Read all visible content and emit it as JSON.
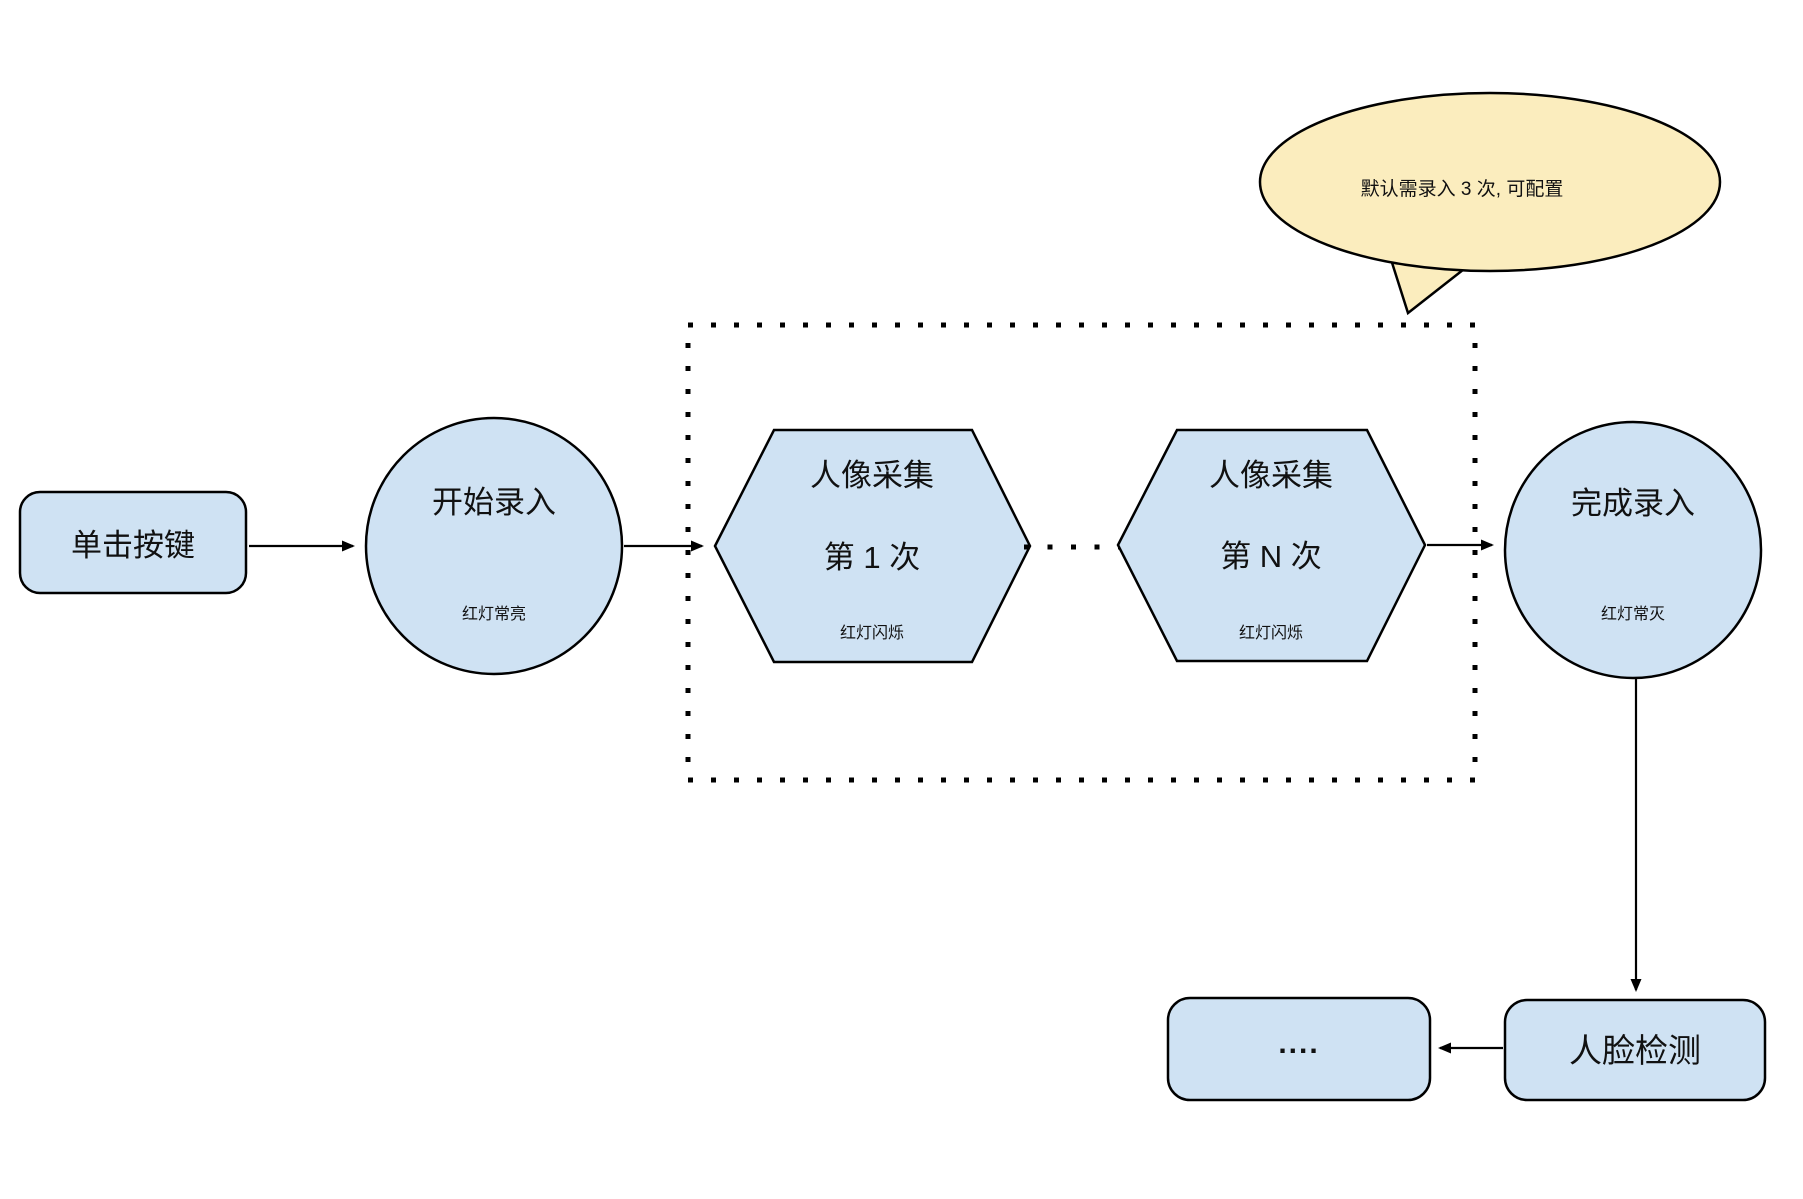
{
  "diagram": {
    "title": "face-enrollment-flow",
    "colors": {
      "node_fill": "#CFE2F3",
      "node_stroke": "#000000",
      "bubble_fill": "#FBEDBE",
      "arrow_color": "#000000",
      "background": "#FFFFFF"
    },
    "nodes": {
      "click_button": {
        "label": "单击按键"
      },
      "start_entry": {
        "title": "开始录入",
        "subtitle": "红灯常亮"
      },
      "capture_first": {
        "line1": "人像采集",
        "line2": "第 1 次",
        "subtitle": "红灯闪烁"
      },
      "capture_nth": {
        "line1": "人像采集",
        "line2": "第 N 次",
        "subtitle": "红灯闪烁"
      },
      "finish_entry": {
        "title": "完成录入",
        "subtitle": "红灯常灭"
      },
      "face_detect": {
        "label": "人脸检测"
      },
      "more_steps": {
        "label": "...."
      }
    },
    "callout": {
      "text": "默认需录入 3 次, 可配置"
    }
  }
}
